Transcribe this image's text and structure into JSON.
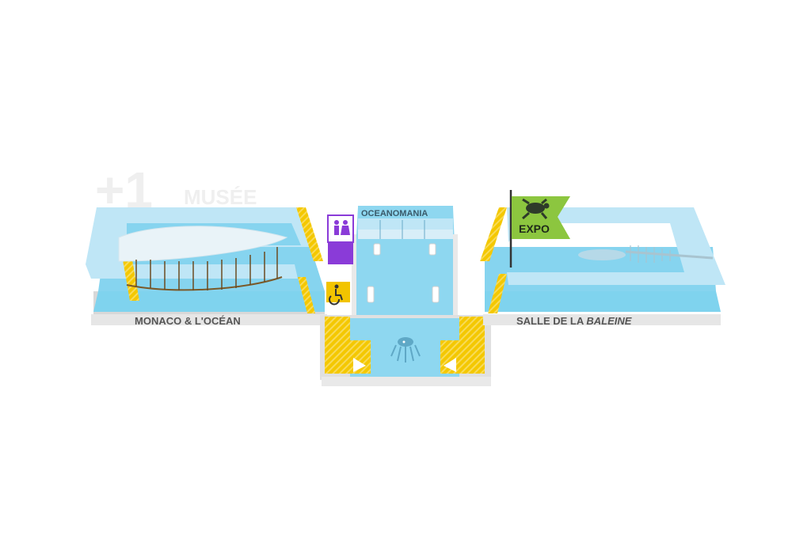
{
  "floor": {
    "number": "+1",
    "name": "MUSÉE"
  },
  "rooms": {
    "left": "MONACO & L'OCÉAN",
    "center": "OCEANOMANIA",
    "right_prefix": "SALLE DE LA ",
    "right_emph": "BALEINE"
  },
  "flag": {
    "label": "EXPO",
    "icon": "turtle-icon"
  },
  "icons": {
    "restroom": "restroom-icon",
    "accessible": "accessible-lift-icon",
    "squid": "squid-icon",
    "whale": "whale-skeleton-icon"
  },
  "colors": {
    "floor_water": "#7fd3ee",
    "floor_light": "#bfe6f6",
    "wall": "#e9e9e9",
    "wall_shadow": "#bdbdbd",
    "stairs": "#f2c400",
    "restroom": "#8a3bd8",
    "flag": "#8cc63f",
    "title_watermark": "#eeeeee"
  }
}
